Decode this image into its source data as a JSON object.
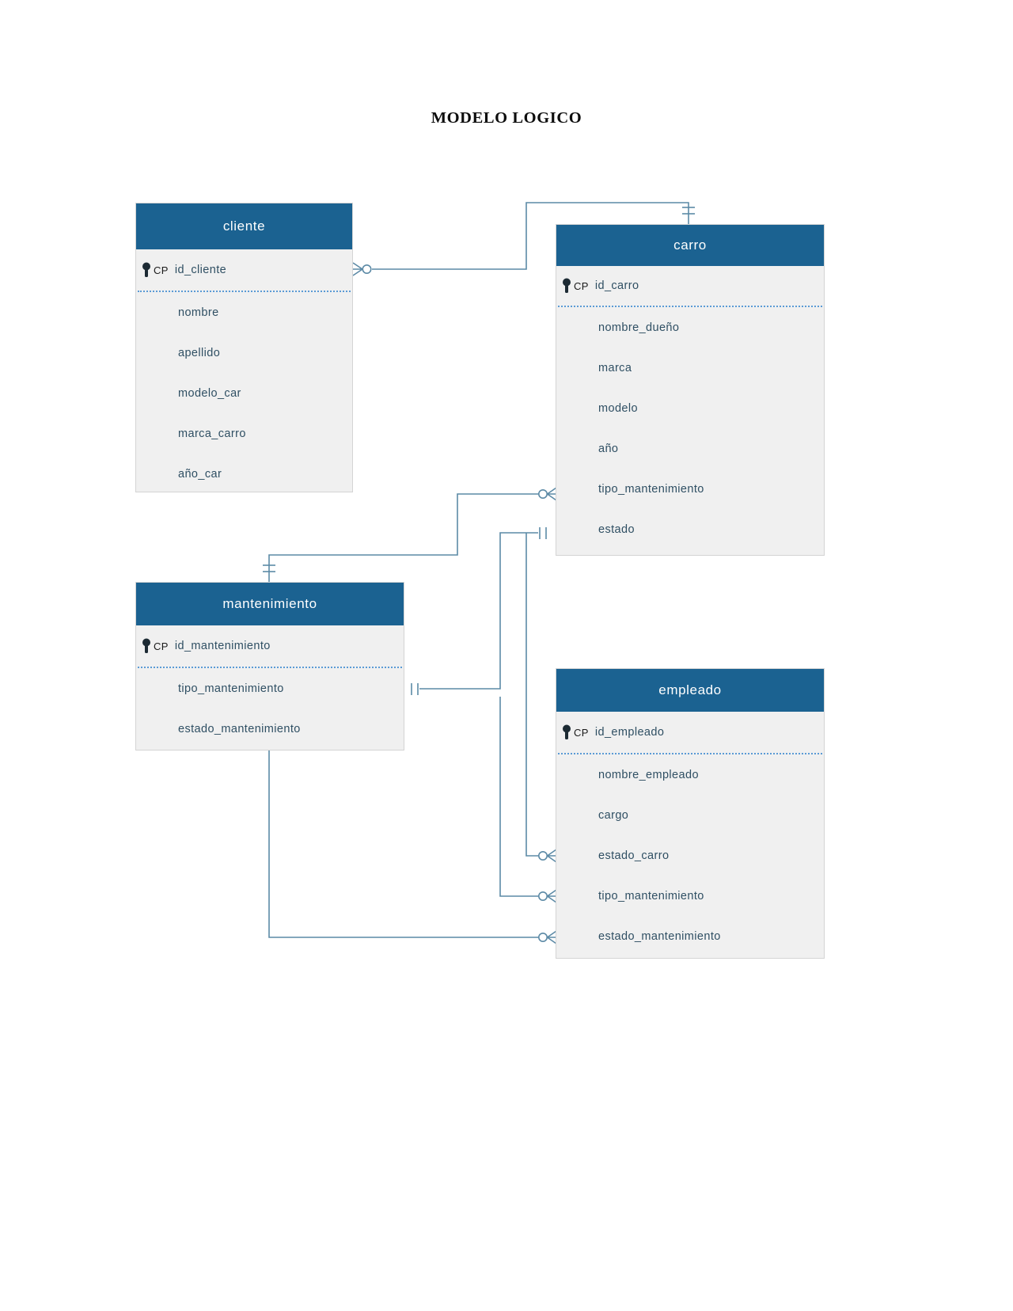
{
  "document": {
    "title": "MODELO LOGICO"
  },
  "diagram": {
    "type": "erd-crowsfoot",
    "pk_badge": "CP",
    "colors": {
      "header_fill": "#1b6291",
      "header_text": "#ffffff",
      "body_fill": "#f0f0f0",
      "attr_text": "#2f4f63",
      "divider": "#5b9bd5",
      "connector": "#4a7fa0",
      "page_background": "#ffffff"
    },
    "entities": [
      {
        "id": "cliente",
        "name": "cliente",
        "pk": {
          "badge": "CP",
          "name": "id_cliente"
        },
        "attributes": [
          {
            "name": "nombre"
          },
          {
            "name": "apellido"
          },
          {
            "name": "modelo_car"
          },
          {
            "name": "marca_carro"
          },
          {
            "name": "año_car"
          }
        ]
      },
      {
        "id": "carro",
        "name": "carro",
        "pk": {
          "badge": "CP",
          "name": "id_carro"
        },
        "attributes": [
          {
            "name": "nombre_dueño"
          },
          {
            "name": "marca"
          },
          {
            "name": "modelo"
          },
          {
            "name": "año"
          },
          {
            "name": "tipo_mantenimiento"
          },
          {
            "name": "estado"
          }
        ]
      },
      {
        "id": "mantenimiento",
        "name": "mantenimiento",
        "pk": {
          "badge": "CP",
          "name": "id_mantenimiento"
        },
        "attributes": [
          {
            "name": "tipo_mantenimiento"
          },
          {
            "name": "estado_mantenimiento"
          }
        ]
      },
      {
        "id": "empleado",
        "name": "empleado",
        "pk": {
          "badge": "CP",
          "name": "id_empleado"
        },
        "attributes": [
          {
            "name": "nombre_empleado"
          },
          {
            "name": "cargo"
          },
          {
            "name": "estado_carro"
          },
          {
            "name": "tipo_mantenimiento"
          },
          {
            "name": "estado_mantenimiento"
          }
        ]
      }
    ],
    "relationships": [
      {
        "id": "rel-cliente-carro",
        "from": "cliente.id_cliente",
        "to": "carro",
        "from_cardinality": "zero-or-many",
        "to_cardinality": "one-and-only-one"
      },
      {
        "id": "rel-mantenimiento-carro",
        "from": "mantenimiento",
        "to": "carro.tipo_mantenimiento",
        "from_cardinality": "one-and-only-one",
        "to_cardinality": "zero-or-many"
      },
      {
        "id": "rel-mantenimiento-carro-estado",
        "from": "mantenimiento.tipo_mantenimiento",
        "to": "carro.estado",
        "from_cardinality": "one-and-only-one",
        "to_cardinality": "one-and-only-one"
      },
      {
        "id": "rel-carro-empleado-estadocarro",
        "from": "carro.estado",
        "to": "empleado.estado_carro",
        "from_cardinality": "one-and-only-one",
        "to_cardinality": "zero-or-many"
      },
      {
        "id": "rel-mantenimiento-empleado-tipo",
        "from": "mantenimiento.tipo_mantenimiento",
        "to": "empleado.tipo_mantenimiento",
        "from_cardinality": "one-and-only-one",
        "to_cardinality": "zero-or-many"
      },
      {
        "id": "rel-mantenimiento-empleado-estado",
        "from": "mantenimiento",
        "to": "empleado.estado_mantenimiento",
        "from_cardinality": "one-and-only-one",
        "to_cardinality": "zero-or-many"
      }
    ]
  }
}
